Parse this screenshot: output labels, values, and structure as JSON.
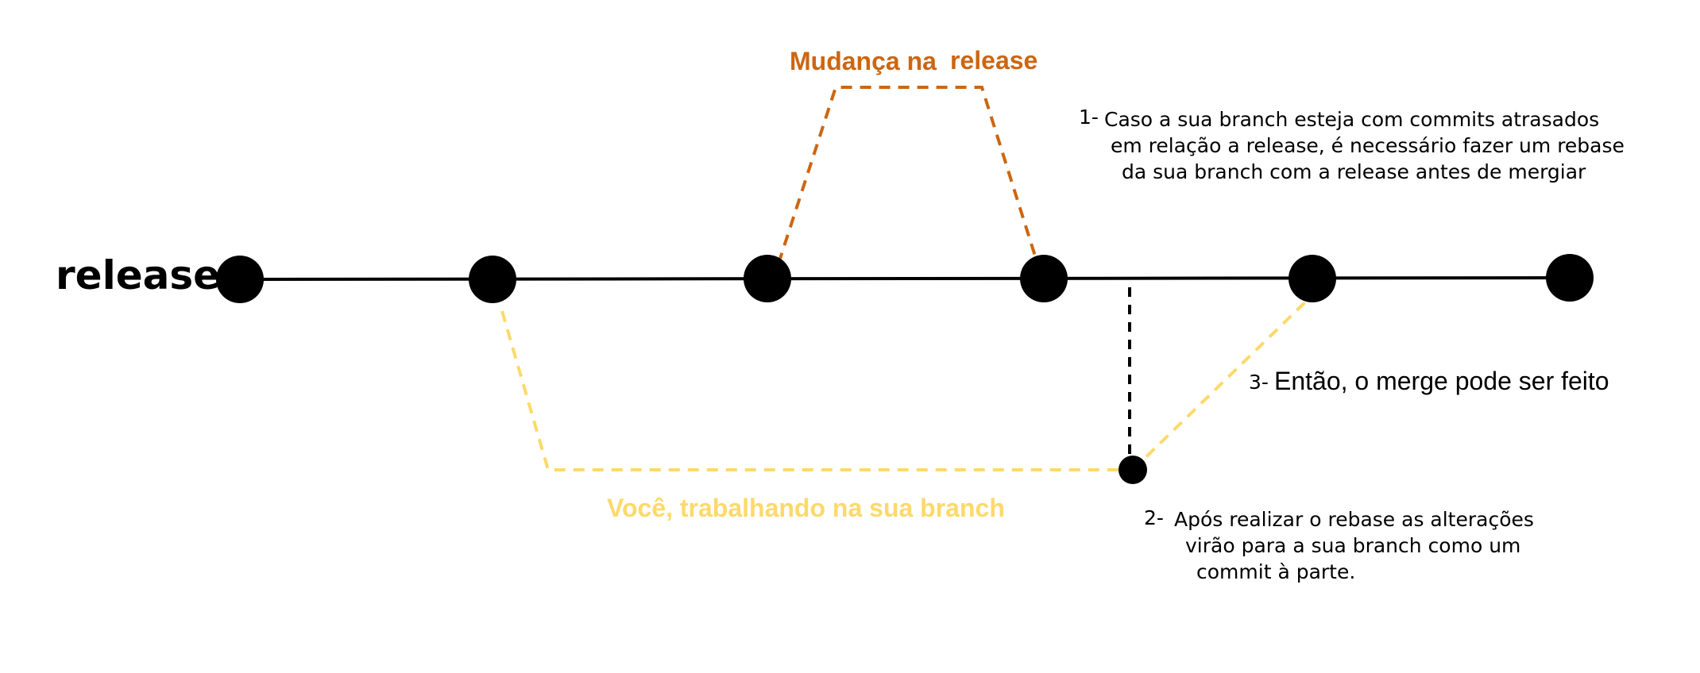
{
  "colors": {
    "main_line": "#000000",
    "release_change": "#CC6611",
    "branch": "#FDD96A",
    "connector": "#000000",
    "background": "#FFFFFF"
  },
  "main_branch": {
    "label": "release",
    "commit_count": 6
  },
  "release_change": {
    "label_part1": "Mudança na",
    "label_part2": "release"
  },
  "feature_branch": {
    "label": "Você, trabalhando na sua branch"
  },
  "notes": {
    "note1": {
      "number": "1-",
      "lines": [
        "Caso a sua branch esteja com commits atrasados",
        "em relação a release, é necessário fazer um rebase",
        "da sua branch com a release antes de mergiar"
      ]
    },
    "note2": {
      "number": "2-",
      "lines": [
        "Após realizar o rebase as alterações",
        "virão para a sua branch como um",
        "commit à parte."
      ]
    },
    "note3": {
      "number": "3-",
      "text": "Então, o merge pode ser feito"
    }
  }
}
